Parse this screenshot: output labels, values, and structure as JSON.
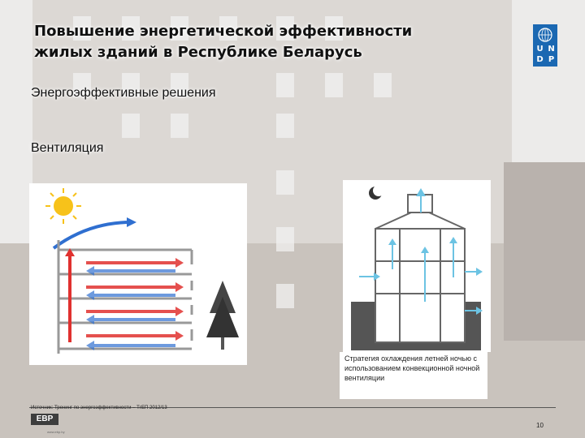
{
  "slide": {
    "title_line1": "Повышение энергетической эффективности",
    "title_line2": "жилых зданий в Республике Беларусь",
    "heading": "Энергоэффективные решения",
    "subheading": "Вентиляция",
    "caption": "Стратегия охлаждения летней ночью с использованием конвекционной ночной вентиляции",
    "source": "Источник: Тренинг по энергоэффективности – ТгЕП 2012/13",
    "page_number": "10"
  },
  "logos": {
    "undp_letters": [
      "U",
      "N",
      "D",
      "P"
    ],
    "ebp_text": "EBP",
    "ebp_subtext": "www.ebp.by"
  },
  "colors": {
    "undp_blue": "#1b68b2",
    "warm_air": "#e0312f",
    "cool_air": "#2f6fd0",
    "sun": "#f7c21a"
  }
}
